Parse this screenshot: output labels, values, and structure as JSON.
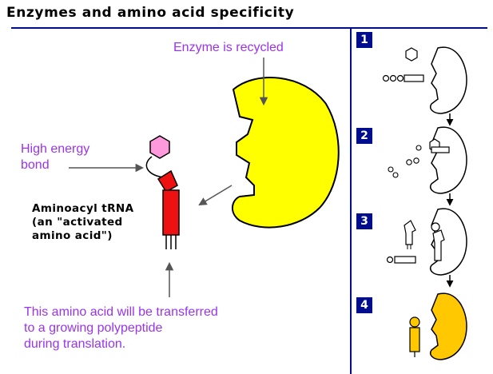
{
  "title": "Enzymes and amino acid specificity",
  "labels": {
    "enzyme_recycled": "Enzyme is recycled",
    "high_energy_bond_line1": "High energy",
    "high_energy_bond_line2": "bond",
    "aminoacyl_trna_line1": "Aminoacyl tRNA",
    "aminoacyl_trna_line2": "(an \"activated",
    "aminoacyl_trna_line3": "amino acid\")",
    "transfer_line1": "This amino acid will be transferred",
    "transfer_line2": "to a growing polypeptide",
    "transfer_line3": "during translation."
  },
  "steps": [
    "1",
    "2",
    "3",
    "4"
  ],
  "colors": {
    "rule": "#000d8c",
    "label_text": "#9933ee",
    "enzyme": "#ffff00",
    "enzyme_small_step4": "#ffc800",
    "amino_acid": "#ff99dd",
    "trna": "#ee1111",
    "arrow": "#555555"
  }
}
